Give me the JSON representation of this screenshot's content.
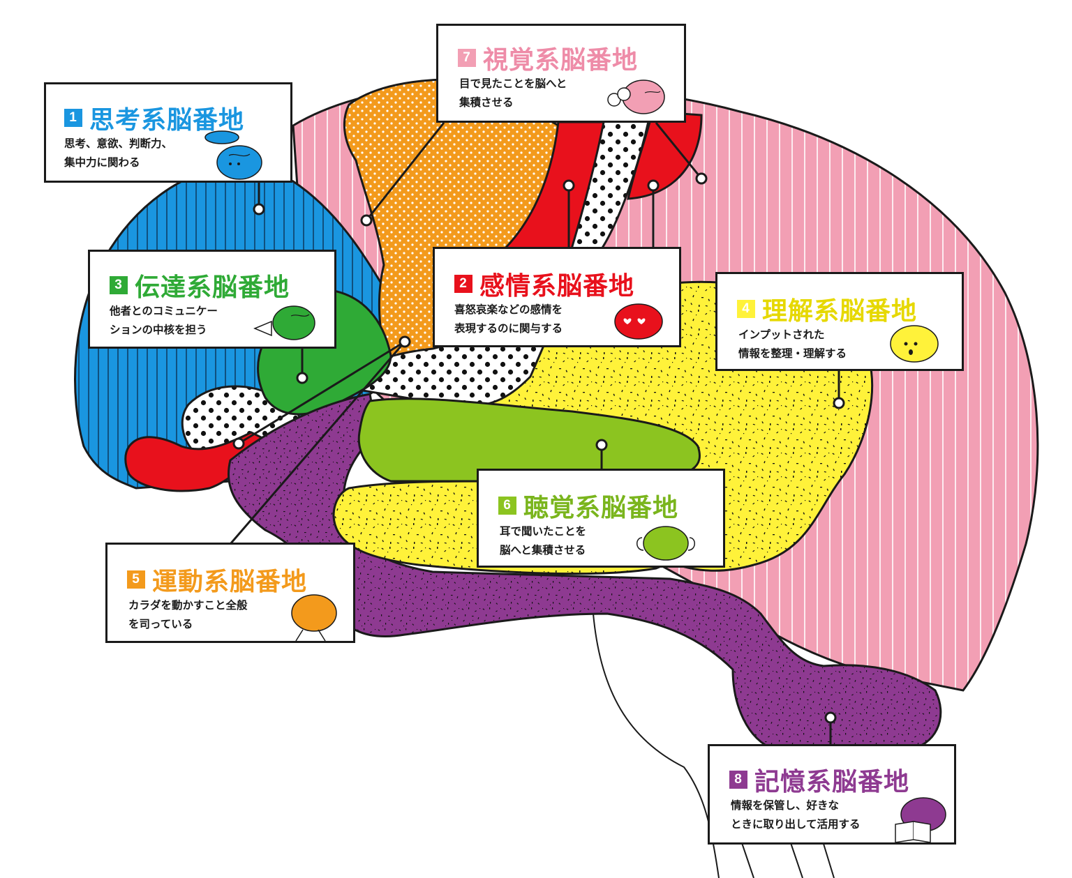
{
  "colors": {
    "thinking": "#1a96e0",
    "emotion": "#e8111c",
    "communication": "#2faa36",
    "understanding": "#fff23a",
    "understanding_text": "#e6d800",
    "motor": "#f39a1c",
    "hearing": "#8cc420",
    "hearing_text": "#7ab51d",
    "visual": "#f29fb4",
    "visual_text": "#ee8ca8",
    "memory": "#8e3a91",
    "outline": "#1a1a1a"
  },
  "areas": [
    {
      "id": "thinking",
      "number": "1",
      "title": "思考系脳番地",
      "desc": [
        "思考、意欲、判断力、",
        "集中力に関わる"
      ],
      "mascot_icon": "thinking-brain-icon"
    },
    {
      "id": "emotion",
      "number": "2",
      "title": "感情系脳番地",
      "desc": [
        "喜怒哀楽などの感情を",
        "表現するのに関与する"
      ],
      "mascot_icon": "heart-eyes-brain-icon"
    },
    {
      "id": "communication",
      "number": "3",
      "title": "伝達系脳番地",
      "desc": [
        "他者とのコミュニケー",
        "ションの中核を担う"
      ],
      "mascot_icon": "megaphone-brain-icon"
    },
    {
      "id": "understanding",
      "number": "4",
      "title": "理解系脳番地",
      "desc": [
        "インプットされた",
        "情報を整理・理解する"
      ],
      "mascot_icon": "surprised-brain-icon"
    },
    {
      "id": "motor",
      "number": "5",
      "title": "運動系脳番地",
      "desc": [
        "カラダを動かすこと全般",
        "を司っている"
      ],
      "mascot_icon": "running-brain-icon"
    },
    {
      "id": "hearing",
      "number": "6",
      "title": "聴覚系脳番地",
      "desc": [
        "耳で聞いたことを",
        "脳へと集積させる"
      ],
      "mascot_icon": "ear-brain-icon"
    },
    {
      "id": "visual",
      "number": "7",
      "title": "視覚系脳番地",
      "desc": [
        "目で見たことを脳へと",
        "集積させる"
      ],
      "mascot_icon": "binoculars-brain-icon"
    },
    {
      "id": "memory",
      "number": "8",
      "title": "記憶系脳番地",
      "desc": [
        "情報を保管し、好きな",
        "ときに取り出して活用する"
      ],
      "mascot_icon": "reading-brain-icon"
    }
  ]
}
